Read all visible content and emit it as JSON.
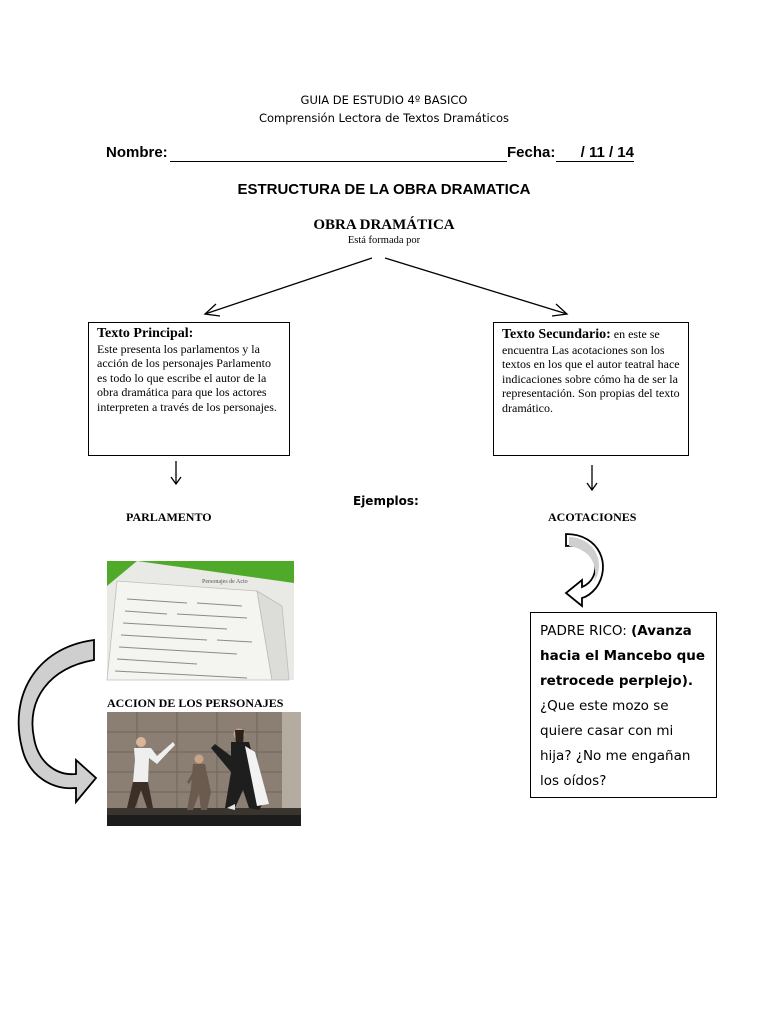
{
  "header": {
    "line1": "GUIA DE ESTUDIO 4º BASICO",
    "line2": "Comprensión Lectora de Textos Dramáticos"
  },
  "form": {
    "nombre_label": "Nombre:",
    "fecha_label": "Fecha:",
    "fecha_value": "/ 11 / 14"
  },
  "section_title": "ESTRUCTURA DE LA OBRA DRAMATICA",
  "diagram": {
    "root_title": "OBRA DRAMÁTICA",
    "root_subtitle": "Está formada por",
    "main_box": {
      "title": "Texto Principal:",
      "body": "Este presenta los parlamentos y la acción de los personajes Parlamento  es todo lo que escribe el autor de la obra dramática para que los actores interpreten a través de los personajes."
    },
    "secondary_box": {
      "title": "Texto Secundario:",
      "body": " en este se encuentra Las acotaciones son los textos en los que el autor teatral hace indicaciones sobre cómo ha de ser la representación. Son propias del texto dramático."
    }
  },
  "examples": {
    "label": "Ejemplos:",
    "parlamento_label": "PARLAMENTO",
    "acotaciones_label": "ACOTACIONES",
    "accion_label": "ACCION DE LOS PERSONAJES",
    "quote": {
      "speaker": "PADRE RICO:",
      "stage_direction": "(Avanza hacia el Mancebo que retrocede perplejo).",
      "dialogue": "¿Que este mozo se quiere casar con mi hija? ¿No me engañan los oídos?"
    }
  },
  "colors": {
    "photo_background_green": "#4faa2a",
    "arrow_fill": "#cfcfcf"
  }
}
